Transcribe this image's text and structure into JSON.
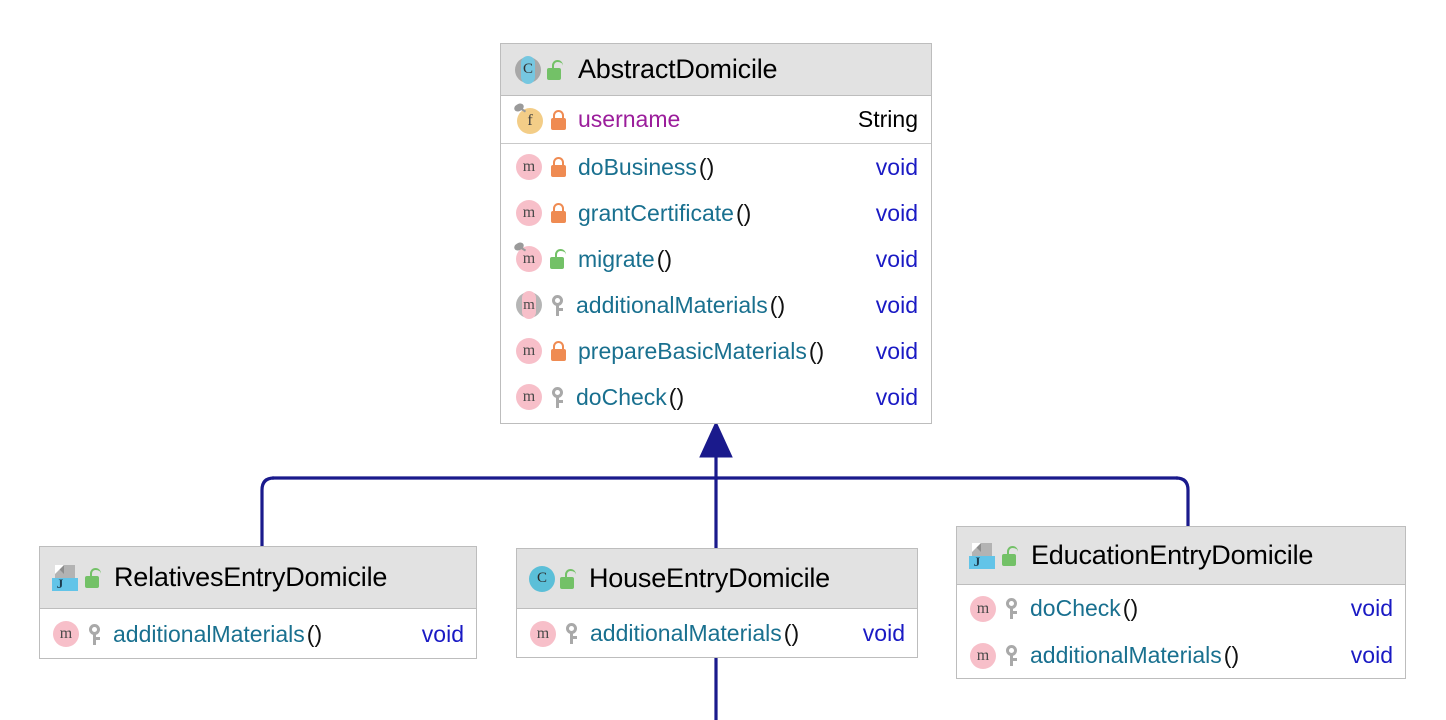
{
  "diagram": {
    "type": "uml-class-diagram",
    "relationship": "generalization",
    "arrow_color": "#1a1a8c",
    "box_border_color": "#bdbdbd",
    "header_background": "#e2e2e2",
    "colors": {
      "method_name": "#19708f",
      "field_name": "#9b1d9b",
      "return_void": "#1a1ac4",
      "field_type": "#000000",
      "lock_private": "#ef8b52",
      "lock_public": "#73c167",
      "key_protected": "#a9a9a9",
      "icon_method": "#f7bfc9",
      "icon_field": "#f3cd87",
      "icon_class": "#5bbfd8"
    }
  },
  "classes": {
    "parent": {
      "name": "AbstractDomicile",
      "stereotype_icon": "abstract-class-icon",
      "visibility_icon": "public-unlocked-icon",
      "fields": [
        {
          "icon": "field-icon",
          "static": true,
          "visibility_icon": "private-locked-icon",
          "name": "username",
          "parens": "",
          "type": "String",
          "type_kind": "plain"
        }
      ],
      "methods": [
        {
          "icon": "method-icon",
          "static": false,
          "visibility_icon": "private-locked-icon",
          "name": "doBusiness",
          "parens": "()",
          "type": "void",
          "type_kind": "void"
        },
        {
          "icon": "method-icon",
          "static": false,
          "visibility_icon": "private-locked-icon",
          "name": "grantCertificate",
          "parens": "()",
          "type": "void",
          "type_kind": "void"
        },
        {
          "icon": "method-icon",
          "static": true,
          "visibility_icon": "public-unlocked-icon",
          "name": "migrate",
          "parens": "()",
          "type": "void",
          "type_kind": "void"
        },
        {
          "icon": "abstract-method-icon",
          "static": false,
          "visibility_icon": "protected-key-icon",
          "name": "additionalMaterials",
          "parens": "()",
          "type": "void",
          "type_kind": "void"
        },
        {
          "icon": "method-icon",
          "static": false,
          "visibility_icon": "private-locked-icon",
          "name": "prepareBasicMaterials",
          "parens": "()",
          "type": "void",
          "type_kind": "void"
        },
        {
          "icon": "method-icon",
          "static": false,
          "visibility_icon": "protected-key-icon",
          "name": "doCheck",
          "parens": "()",
          "type": "void",
          "type_kind": "void"
        }
      ]
    },
    "children": [
      {
        "name": "RelativesEntryDomicile",
        "stereotype_icon": "java-file-icon",
        "visibility_icon": "public-unlocked-icon",
        "methods": [
          {
            "icon": "method-icon",
            "static": false,
            "visibility_icon": "protected-key-icon",
            "name": "additionalMaterials",
            "parens": "()",
            "type": "void",
            "type_kind": "void"
          }
        ]
      },
      {
        "name": "HouseEntryDomicile",
        "stereotype_icon": "class-icon",
        "visibility_icon": "public-unlocked-icon",
        "methods": [
          {
            "icon": "method-icon",
            "static": false,
            "visibility_icon": "protected-key-icon",
            "name": "additionalMaterials",
            "parens": "()",
            "type": "void",
            "type_kind": "void"
          }
        ]
      },
      {
        "name": "EducationEntryDomicile",
        "stereotype_icon": "java-file-icon",
        "visibility_icon": "public-unlocked-icon",
        "methods": [
          {
            "icon": "method-icon",
            "static": false,
            "visibility_icon": "protected-key-icon",
            "name": "doCheck",
            "parens": "()",
            "type": "void",
            "type_kind": "void"
          },
          {
            "icon": "method-icon",
            "static": false,
            "visibility_icon": "protected-key-icon",
            "name": "additionalMaterials",
            "parens": "()",
            "type": "void",
            "type_kind": "void"
          }
        ]
      }
    ]
  }
}
